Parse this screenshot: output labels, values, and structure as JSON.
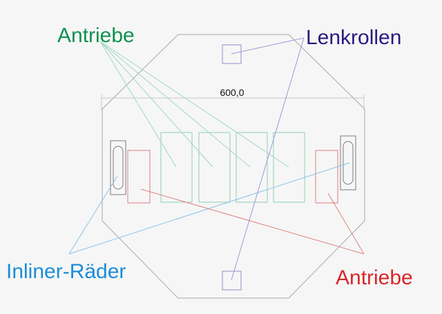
{
  "dimension": {
    "text": "600,0"
  },
  "labels": {
    "antriebe_top": {
      "text": "Antriebe",
      "color": "#0f9150"
    },
    "lenkrollen": {
      "text": "Lenkrollen",
      "color": "#2a1a80"
    },
    "inliner": {
      "text": "Inliner-Räder",
      "color": "#1a8ed8"
    },
    "antriebe_bottom": {
      "text": "Antriebe",
      "color": "#d8262a"
    }
  },
  "colors": {
    "outline": "#a8a8a8",
    "dimension_line": "#c8c8c8",
    "drive_center": "#8fcfb4",
    "leader_drive_center": "#9fd7c3",
    "drive_side": "#e07c7c",
    "leader_drive_side": "#e28080",
    "caster": "#8d8fd0",
    "leader_caster": "#9a9ad8",
    "inline_wheel": "#7a7a7a",
    "leader_inline": "#86c4ea"
  }
}
